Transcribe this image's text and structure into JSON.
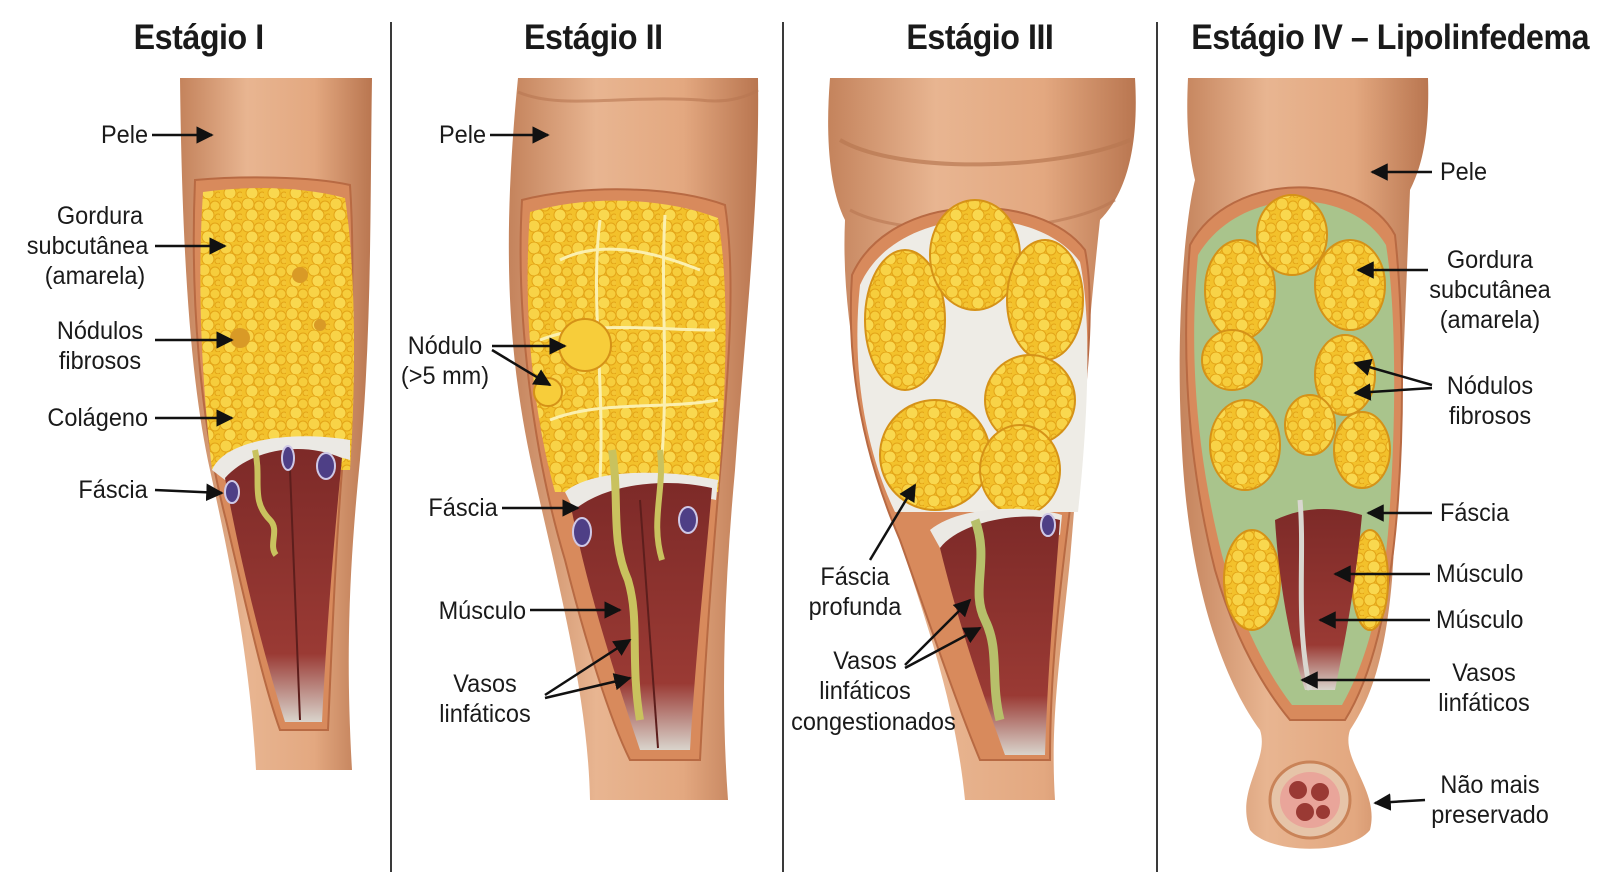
{
  "stages": [
    {
      "title": "Estágio I",
      "labels": {
        "pele": "Pele",
        "gordura_1": "Gordura",
        "gordura_2": "subcutânea",
        "gordura_3": "(amarela)",
        "nodulos_1": "Nódulos",
        "nodulos_2": "fibrosos",
        "colageno": "Colágeno",
        "fascia": "Fáscia"
      }
    },
    {
      "title": "Estágio II",
      "labels": {
        "pele": "Pele",
        "nodulo_1": "Nódulo",
        "nodulo_2": "(>5 mm)",
        "fascia": "Fáscia",
        "musculo": "Músculo",
        "vasos_1": "Vasos",
        "vasos_2": "linfáticos"
      }
    },
    {
      "title": "Estágio III",
      "labels": {
        "fascia_1": "Fáscia",
        "fascia_2": "profunda",
        "vasos_1": "Vasos",
        "vasos_2": "linfáticos",
        "vasos_3": "congestionados"
      }
    },
    {
      "title": "Estágio IV – Lipolinfedema",
      "labels": {
        "pele": "Pele",
        "gordura_1": "Gordura",
        "gordura_2": "subcutânea",
        "gordura_3": "(amarela)",
        "nodulos_1": "Nódulos",
        "nodulos_2": "fibrosos",
        "fascia": "Fáscia",
        "musculo_a": "Músculo",
        "musculo_b": "Músculo",
        "vasos_1": "Vasos",
        "vasos_2": "linfáticos",
        "nao_1": "Não mais",
        "nao_2": "preservado"
      }
    }
  ],
  "colors": {
    "skin": "#e0a57c",
    "skin_dark": "#c98358",
    "fat": "#f5c62a",
    "fat_dark": "#e09b12",
    "muscle": "#8e2f2c",
    "fascia": "#e9e7e2",
    "lymph": "#b7bf6a",
    "fluid": "#a8c48a",
    "vessel": "#5a4c8e"
  }
}
